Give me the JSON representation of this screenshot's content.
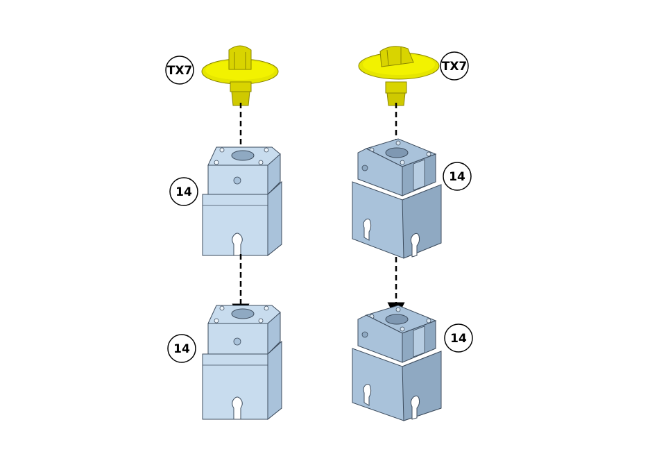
{
  "callouts": {
    "left_fastener": "TX7",
    "right_fastener": "TX7",
    "left_block_top": "14",
    "left_block_bottom": "14",
    "right_block_top": "14",
    "right_block_bottom": "14"
  },
  "colors": {
    "fastener": "#e6e600",
    "fastener_shadow": "#b9b400",
    "block_light": "#c8dcee",
    "block_mid": "#a9c2da",
    "block_dark": "#8fa9c2",
    "outline": "#3c4b5c",
    "arrow": "#000000"
  }
}
